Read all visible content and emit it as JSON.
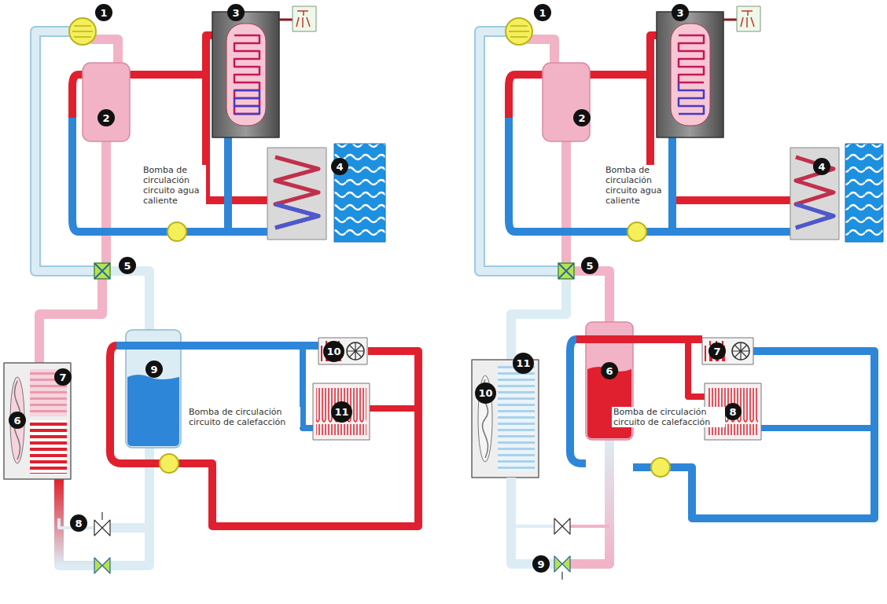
{
  "diagram": {
    "nodes": [
      {
        "text": [
          "1"
        ]
      },
      {
        "text": [
          "2"
        ]
      },
      {
        "text": [
          "3"
        ]
      },
      {
        "text": [
          "4"
        ]
      },
      {
        "text": [
          "5"
        ]
      },
      {
        "text": [
          "6"
        ]
      },
      {
        "text": [
          "7"
        ]
      },
      {
        "text": [
          "8"
        ]
      },
      {
        "text": [
          "9"
        ]
      },
      {
        "text": [
          "10"
        ]
      },
      {
        "text": [
          "11"
        ]
      },
      {
        "text": [
          "1"
        ]
      },
      {
        "text": [
          "2"
        ]
      },
      {
        "text": [
          "3"
        ]
      },
      {
        "text": [
          "4"
        ]
      },
      {
        "text": [
          "5"
        ]
      },
      {
        "text": [
          "6"
        ]
      },
      {
        "text": [
          "7"
        ]
      },
      {
        "text": [
          "8"
        ]
      },
      {
        "text": [
          "9"
        ]
      },
      {
        "text": [
          "10"
        ]
      },
      {
        "text": [
          "11"
        ]
      }
    ],
    "labels": [
      "Bomba de circulación circuito agua caliente",
      "Bomba de circulación circuito de calefacción",
      "Bomba de circulación circuito agua caliente",
      "Bomba de circulación circuito de calefacción"
    ]
  }
}
